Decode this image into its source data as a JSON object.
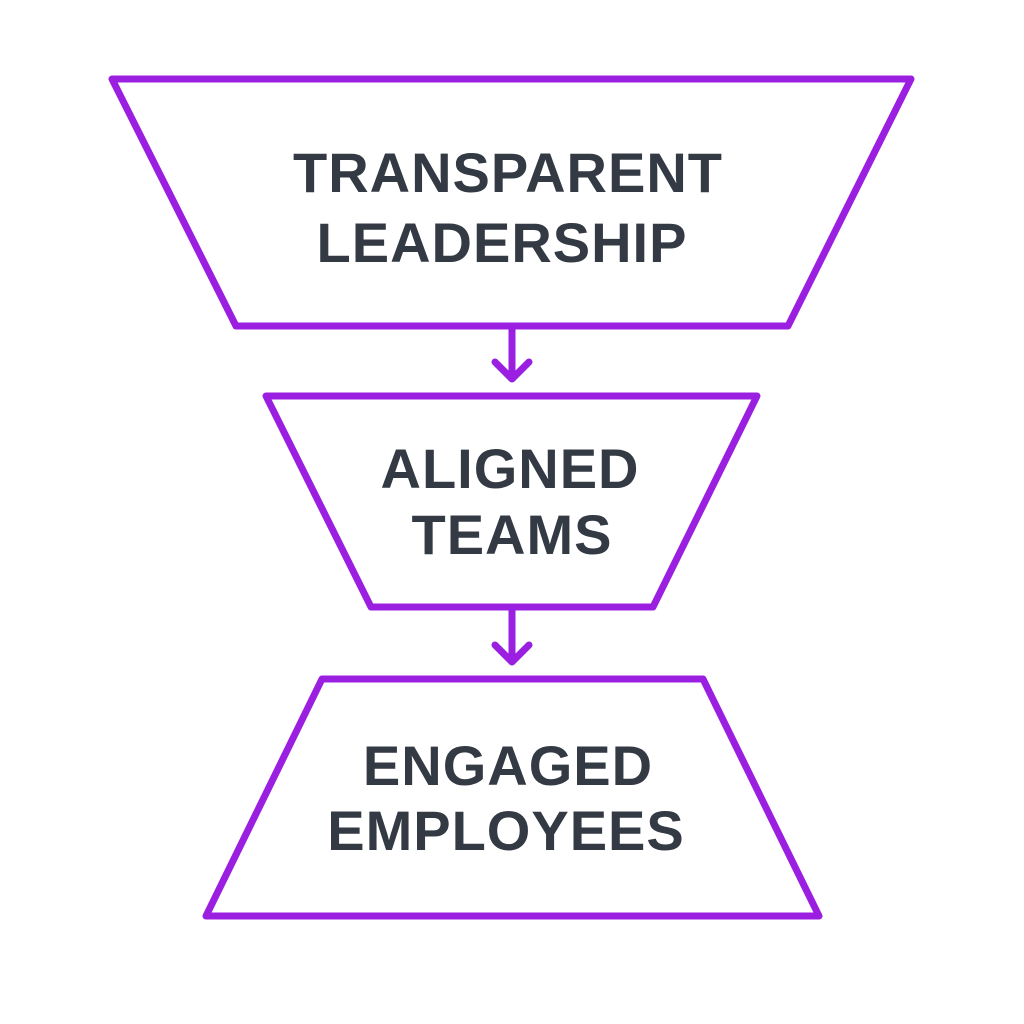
{
  "colors": {
    "stroke": "#9b1fe0",
    "text": "#333a44",
    "background": "#ffffff"
  },
  "nodes": [
    {
      "id": "transparent-leadership",
      "lines": [
        "TRANSPARENT",
        "LEADERSHIP"
      ],
      "shape": "inverted-trapezoid"
    },
    {
      "id": "aligned-teams",
      "lines": [
        "ALIGNED",
        "TEAMS"
      ],
      "shape": "inverted-trapezoid"
    },
    {
      "id": "engaged-employees",
      "lines": [
        "ENGAGED",
        "EMPLOYEES"
      ],
      "shape": "trapezoid"
    }
  ],
  "edges": [
    {
      "from": "transparent-leadership",
      "to": "aligned-teams"
    },
    {
      "from": "aligned-teams",
      "to": "engaged-employees"
    }
  ]
}
